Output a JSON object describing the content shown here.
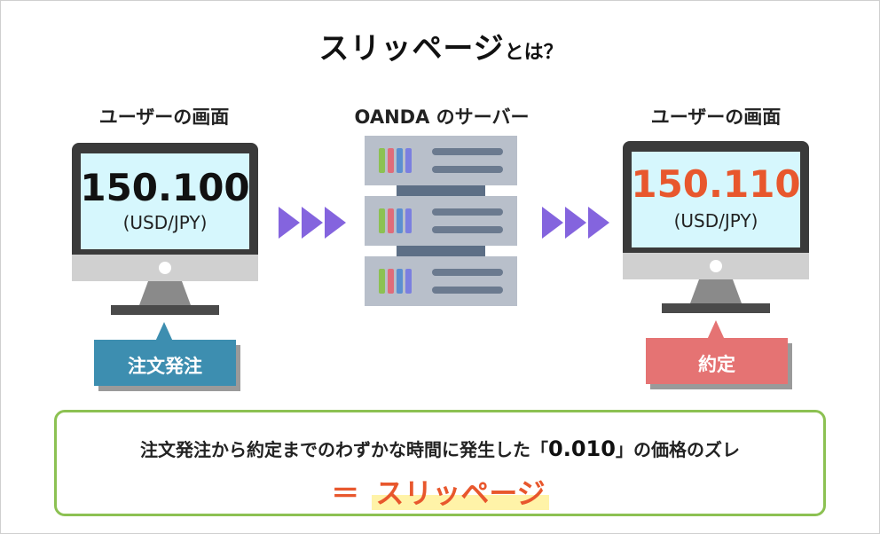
{
  "title": {
    "main": "スリッページ",
    "suffix": "とは？"
  },
  "left": {
    "label": "ユーザーの画面",
    "price": "150.100",
    "pair": "(USD/JPY)",
    "action": "注文発注"
  },
  "server": {
    "label": "OANDA のサーバー"
  },
  "right": {
    "label": "ユーザーの画面",
    "price": "150.110",
    "pair": "(USD/JPY)",
    "action": "約定"
  },
  "summary": {
    "line1_pre": "注文発注から約定までのわずかな時間に発生した「",
    "diff": "0.010",
    "line1_post": "」の価格のズレ",
    "equals": "＝",
    "term": "スリッページ"
  },
  "colors": {
    "order_bubble": "#3d8eb0",
    "fill_bubble": "#e57373",
    "price_highlight": "#e8572d",
    "arrows": "#8464de",
    "summary_border": "#8cc152",
    "screen": "#d6f7fd"
  }
}
